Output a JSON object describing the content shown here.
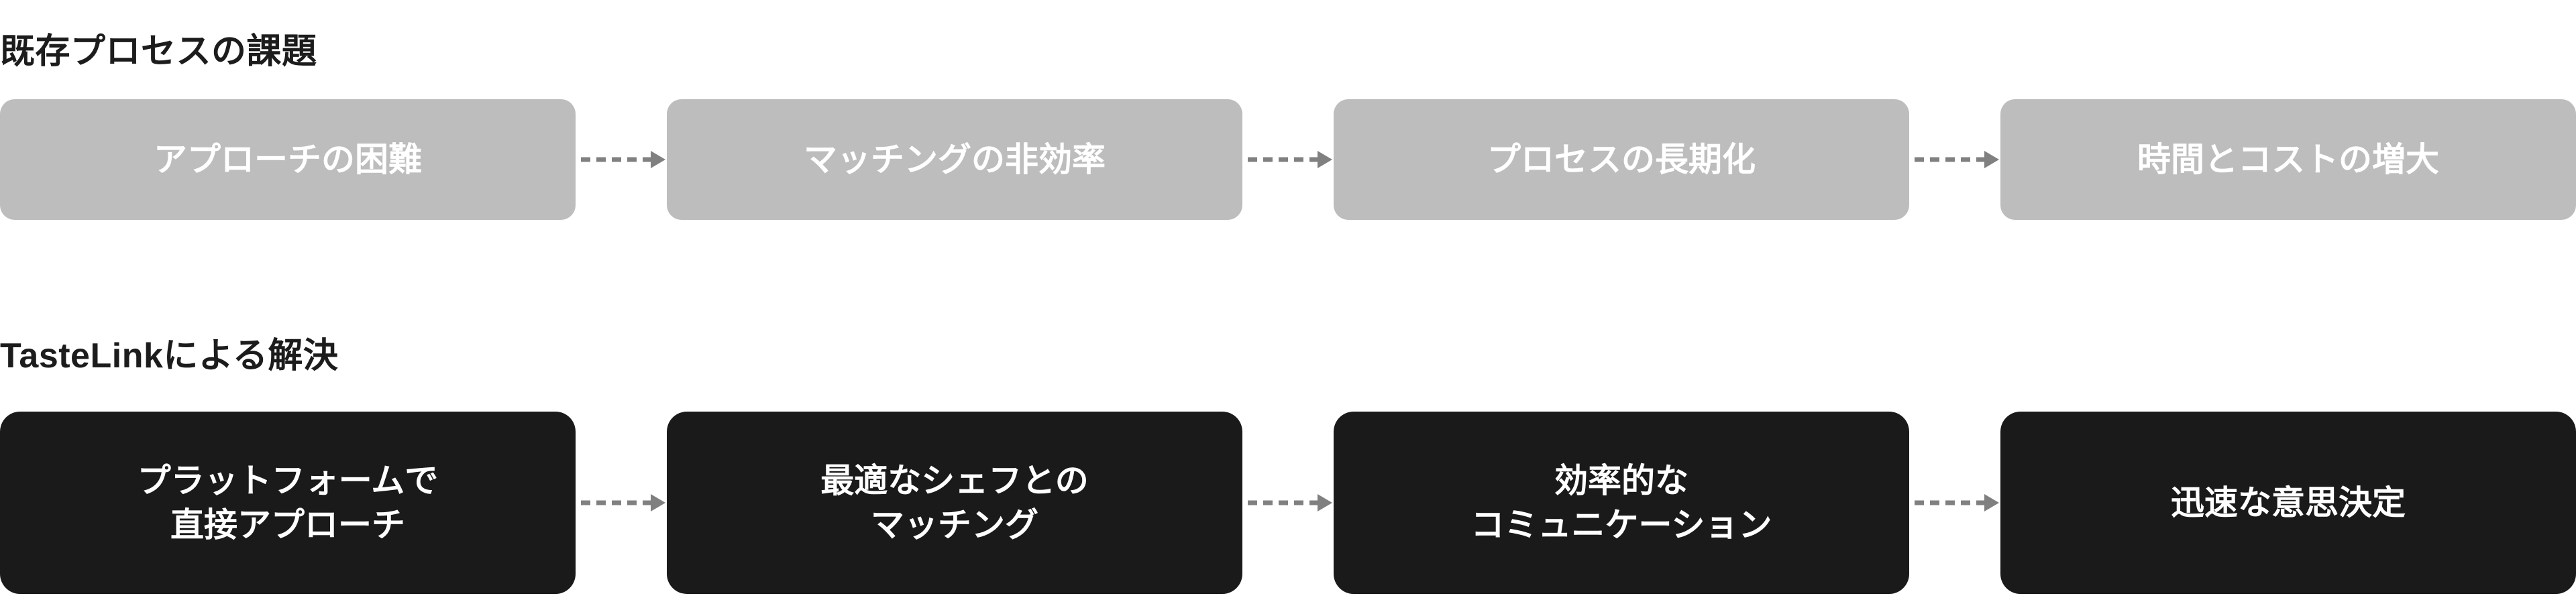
{
  "colors": {
    "background": "#ffffff",
    "heading_text": "#1c1c1c",
    "problem_box_fill": "#bdbdbd",
    "solution_box_fill": "#1a1a1a",
    "box_text": "#ffffff",
    "connector": "#808080"
  },
  "sections": [
    {
      "id": "problem",
      "heading": "既存プロセスの課題",
      "steps": [
        {
          "label": "アプローチの困難"
        },
        {
          "label": "マッチングの非効率"
        },
        {
          "label": "プロセスの長期化"
        },
        {
          "label": "時間とコストの増大"
        }
      ]
    },
    {
      "id": "solution",
      "heading": "TasteLinkによる解決",
      "steps": [
        {
          "label": "プラットフォームで\n直接アプローチ"
        },
        {
          "label": "最適なシェフとの\nマッチング"
        },
        {
          "label": "効率的な\nコミュニケーション"
        },
        {
          "label": "迅速な意思決定"
        }
      ]
    }
  ],
  "connectors": {
    "icon": "dashed-arrow-right-icon",
    "count_per_row": 3
  }
}
